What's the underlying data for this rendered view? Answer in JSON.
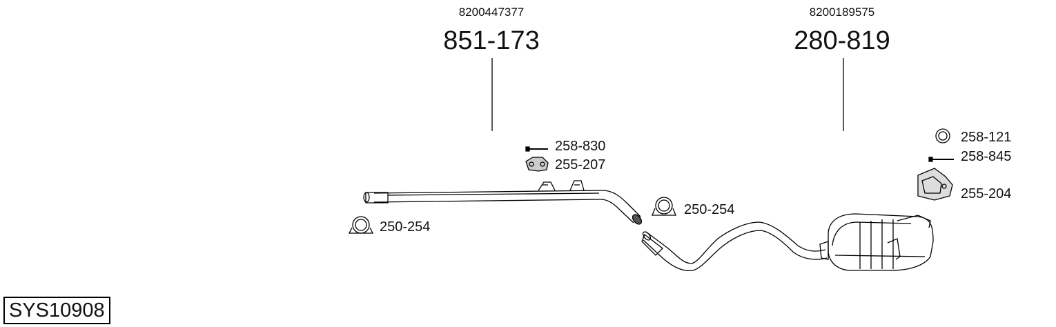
{
  "system_code": "SYS10908",
  "parts": {
    "front_pipe": {
      "oe_number": "8200447377",
      "part_number": "851-173"
    },
    "rear_silencer": {
      "oe_number": "8200189575",
      "part_number": "280-819"
    }
  },
  "accessories": {
    "clamp_left": "250-254",
    "clamp_middle": "250-254",
    "bolt_front": "258-830",
    "rubber_front": "255-207",
    "ring_rear": "258-121",
    "bolt_rear": "258-845",
    "rubber_rear": "255-204"
  }
}
